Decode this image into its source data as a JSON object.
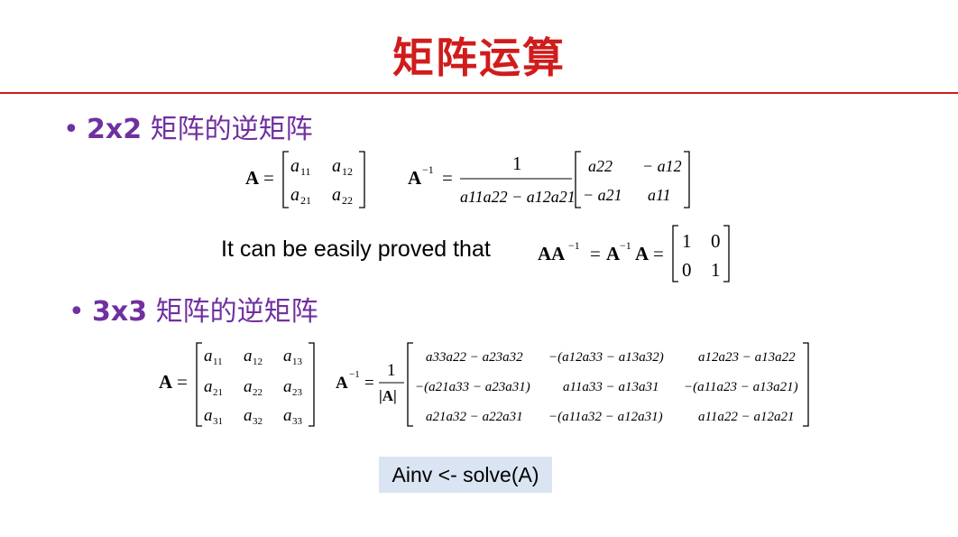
{
  "slide": {
    "title": "矩阵运算",
    "bullet1": {
      "dot": "•",
      "bold": "2x2",
      "text": " 矩阵的逆矩阵"
    },
    "bullet2": {
      "dot": "•",
      "bold": "3x3",
      "text": " 矩阵的逆矩阵"
    },
    "proved_text": "It can be easily proved that",
    "code": "Ainv <- solve(A)",
    "colors": {
      "title": "#d01c1c",
      "bullet": "#7030a0",
      "code_bg": "#dae4f2"
    }
  },
  "formulas": {
    "A": "A",
    "equals": "=",
    "minus": "−",
    "one": "1",
    "neg_one_exp": "−1",
    "m2": {
      "a11": "a",
      "s11": "11",
      "s12": "12",
      "s21": "21",
      "s22": "22"
    },
    "inv2_denominator": "a11a22 − a12a21",
    "inv2_entries": [
      "a22",
      "− a12",
      "− a21",
      "a11"
    ],
    "identity": [
      "1",
      "0",
      "0",
      "1"
    ],
    "aa_inv": "AA",
    "det": "|A|",
    "inv3_entries": [
      "a33a22 − a23a32",
      "−(a12a33 − a13a32)",
      "a12a23 − a13a22",
      "−(a21a33 − a23a31)",
      "a11a33 − a13a31",
      "−(a11a23 − a13a21)",
      "a21a32 − a22a31",
      "−(a11a32 − a12a31)",
      "a11a22 − a12a21"
    ]
  }
}
